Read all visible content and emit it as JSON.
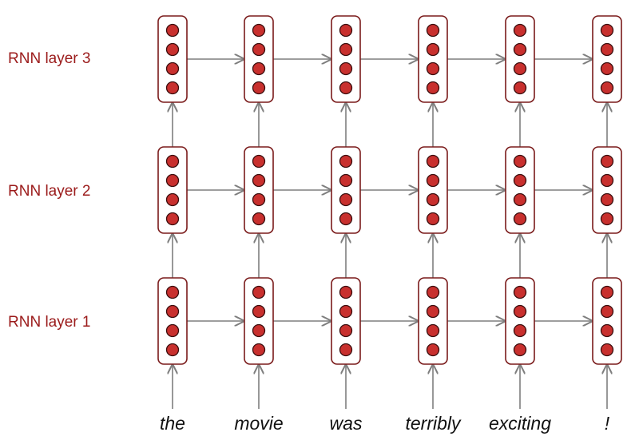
{
  "diagram": {
    "layers": [
      {
        "label": "RNN layer 1"
      },
      {
        "label": "RNN layer 2"
      },
      {
        "label": "RNN layer 3"
      }
    ],
    "words": [
      "the",
      "movie",
      "was",
      "terribly",
      "exciting",
      "!"
    ],
    "units_per_cell": 4
  },
  "colors": {
    "label": "#9b1b1b",
    "cell_border": "#7a1a1a",
    "unit_fill": "#c8302e",
    "unit_stroke": "#3a0d0d",
    "arrow": "#7f7f7f",
    "word": "#111111"
  }
}
